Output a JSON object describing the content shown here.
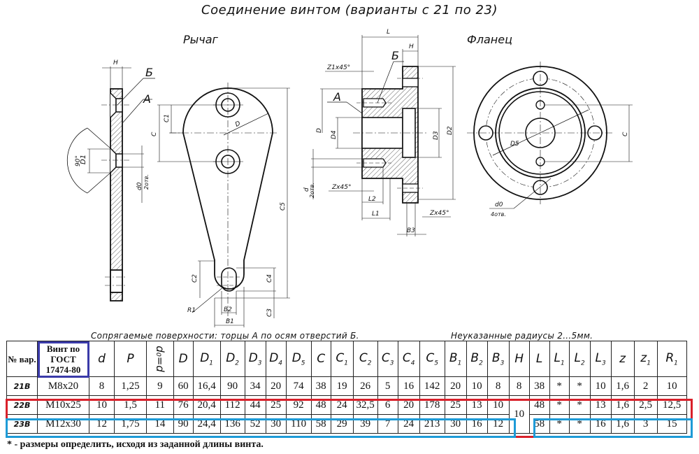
{
  "title": "Соединение винтом (варианты с 21 по 23)",
  "views": {
    "lever_title": "Рычаг",
    "flange_title": "Фланец"
  },
  "drawing_labels": {
    "surface_a": "А",
    "surface_b": "Б",
    "H": "H",
    "D": "D",
    "D1": "D1",
    "D2": "D2",
    "D3": "D3",
    "D4": "D4",
    "D5": "D5",
    "C": "C",
    "C1": "C1",
    "C2": "C2",
    "C3": "C3",
    "C4": "C4",
    "C5": "C5",
    "B1": "B1",
    "B2": "B2",
    "B3": "B3",
    "R1": "R1",
    "L": "L",
    "L1": "L1",
    "L2": "L2",
    "angle": "90°",
    "d0": "d0",
    "d": "d",
    "holes2": "2отв.",
    "holes4": "4отв.",
    "chamfer_z1": "Z1x45°",
    "chamfer_z": "Zx45°"
  },
  "captions": {
    "mating": "Сопрягаемые поверхности: торцы А по осям отверстий Б.",
    "radii": "Неуказанные радиусы 2...5мм."
  },
  "table": {
    "headers": {
      "var": "№ вар.",
      "screw": "Винт по ГОСТ 17474-80",
      "d": "d",
      "P": "P",
      "d0": "d₀=d",
      "D": "D",
      "D1": "1",
      "D2": "2",
      "D3": "3",
      "D4": "4",
      "D5": "5",
      "C": "C",
      "C1": "1",
      "C2": "2",
      "C3": "3",
      "C4": "4",
      "C5": "5",
      "B": "B",
      "B1": "1",
      "B2": "2",
      "B3": "3",
      "H": "H",
      "L": "L",
      "L1": "1",
      "L2": "2",
      "L3": "3",
      "z": "z",
      "z1": "1",
      "R": "R",
      "R1": "1"
    },
    "rows": [
      {
        "var": "21B",
        "screw": "M8x20",
        "d": "8",
        "P": "1,25",
        "d0": "9",
        "D": "60",
        "D1": "16,4",
        "D2": "90",
        "D3": "34",
        "D4": "20",
        "D5": "74",
        "C": "38",
        "C1": "19",
        "C2": "26",
        "C3": "5",
        "C4": "16",
        "C5": "142",
        "B1": "20",
        "B2": "10",
        "B3": "8",
        "H": "8",
        "L": "38",
        "L1": "*",
        "L2": "*",
        "L3": "10",
        "z": "1,6",
        "z1": "2",
        "R1": "10"
      },
      {
        "var": "22B",
        "screw": "M10x25",
        "d": "10",
        "P": "1,5",
        "d0": "11",
        "D": "76",
        "D1": "20,4",
        "D2": "112",
        "D3": "44",
        "D4": "25",
        "D5": "92",
        "C": "48",
        "C1": "24",
        "C2": "32,5",
        "C3": "6",
        "C4": "20",
        "C5": "178",
        "B1": "25",
        "B2": "13",
        "B3": "10",
        "H": "10",
        "L": "48",
        "L1": "*",
        "L2": "*",
        "L3": "13",
        "z": "1,6",
        "z1": "2,5",
        "R1": "12,5"
      },
      {
        "var": "23B",
        "screw": "M12x30",
        "d": "12",
        "P": "1,75",
        "d0": "14",
        "D": "90",
        "D1": "24,4",
        "D2": "136",
        "D3": "52",
        "D4": "30",
        "D5": "110",
        "C": "58",
        "C1": "29",
        "C2": "39",
        "C3": "7",
        "C4": "24",
        "C5": "213",
        "B1": "30",
        "B2": "16",
        "B3": "12",
        "L": "58",
        "L1": "*",
        "L2": "*",
        "L3": "16",
        "z": "1,6",
        "z1": "3",
        "R1": "15"
      }
    ]
  },
  "highlights": {
    "gost_header_color": "#3a3aa8",
    "row22_color": "#d9202a",
    "row23_color": "#1e9bd7"
  },
  "footnote": "* - размеры определить, исходя из заданной длины винта."
}
